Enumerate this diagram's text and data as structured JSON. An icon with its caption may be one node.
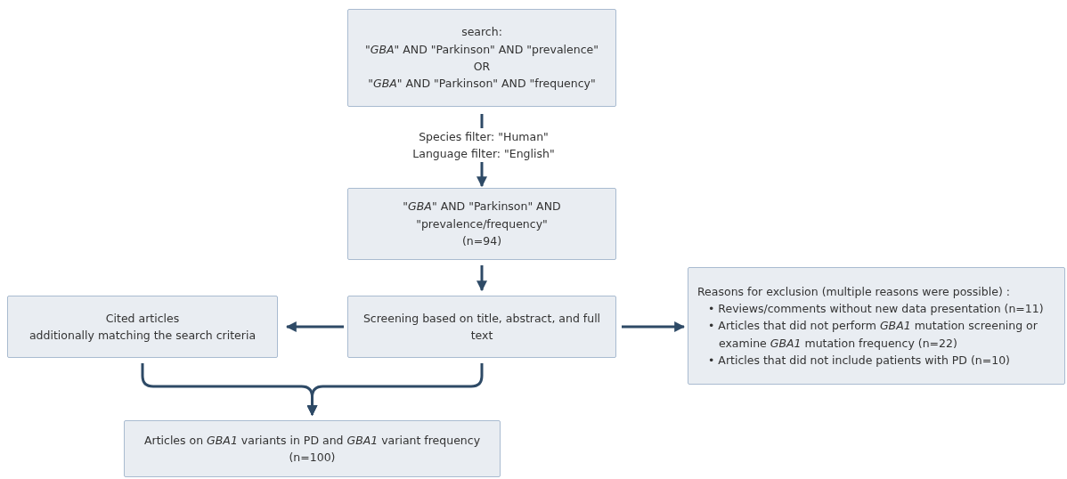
{
  "diagram": {
    "nodes": [
      {
        "text": [
          "search:",
          "\"*GBA*\" AND \"Parkinson\" AND \"prevalence\"",
          "OR",
          "\"*GBA*\" AND \"Parkinson\" AND \"frequency\""
        ]
      },
      {
        "text": [
          "\"*GBA*\" AND \"Parkinson\" AND \"prevalence/frequency\"",
          "(n=94)"
        ]
      },
      {
        "text": [
          "Screening based on title, abstract, and full text"
        ]
      },
      {
        "text": [
          "Cited articles",
          "additionally matching the search criteria"
        ]
      },
      {
        "text": [
          "Reasons for exclusion (multiple reasons were possible) :",
          "• Reviews/comments without new data presentation (n=11)",
          "• Articles that did not perform *GBA1* mutation screening or examine *GBA1* mutation frequency (n=22)",
          "• Articles that did not include patients with PD (n=10)"
        ]
      },
      {
        "text": [
          "Articles on *GBA1* variants in PD and *GBA1* variant frequency",
          "(n=100)"
        ]
      }
    ],
    "edges": [
      {
        "from": 0,
        "to": 1,
        "arrow": "to",
        "label": "Species filter: \"Human\" Language filter: \"English\""
      },
      {
        "from": 1,
        "to": 2,
        "arrow": "to"
      },
      {
        "from": 2,
        "to": 3,
        "arrow": "to"
      },
      {
        "from": 2,
        "to": 4,
        "arrow": "to"
      },
      {
        "from": 3,
        "to": 5,
        "arrow": "to"
      },
      {
        "from": 2,
        "to": 5,
        "arrow": "to"
      }
    ]
  }
}
